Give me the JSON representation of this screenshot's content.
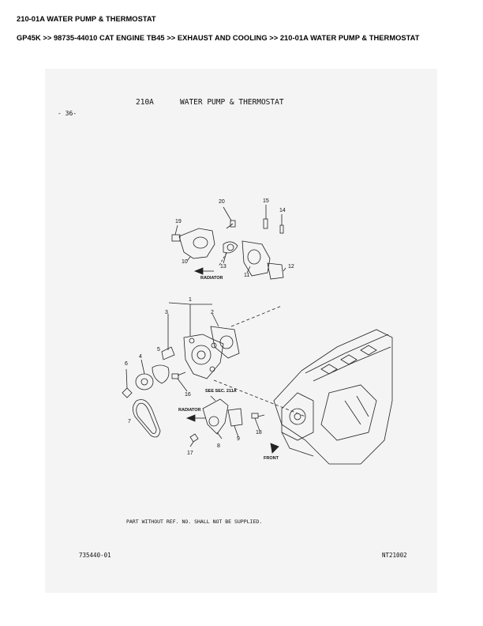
{
  "header": {
    "title": "210-01A WATER PUMP & THERMOSTAT",
    "breadcrumb": "GP45K >> 98735-44010 CAT ENGINE TB45 >> EXHAUST AND COOLING >> 210-01A WATER PUMP & THERMOSTAT"
  },
  "sheet": {
    "page_mark": "- 36-",
    "section_code": "210A",
    "section_title": "WATER PUMP & THERMOSTAT",
    "note": "PART WITHOUT REF. NO. SHALL NOT BE SUPPLIED.",
    "drawing_no": "735440-01",
    "ref_code": "NT21002",
    "labels": {
      "radiator_top": "RADIATOR",
      "radiator_mid": "RADIATOR",
      "see_sec": "SEE SEC. 211A",
      "front": "FRONT"
    },
    "callouts": [
      "1",
      "2",
      "3",
      "4",
      "5",
      "6",
      "7",
      "8",
      "9",
      "10",
      "11",
      "12",
      "13",
      "14",
      "15",
      "16",
      "17",
      "18",
      "19",
      "20"
    ]
  }
}
